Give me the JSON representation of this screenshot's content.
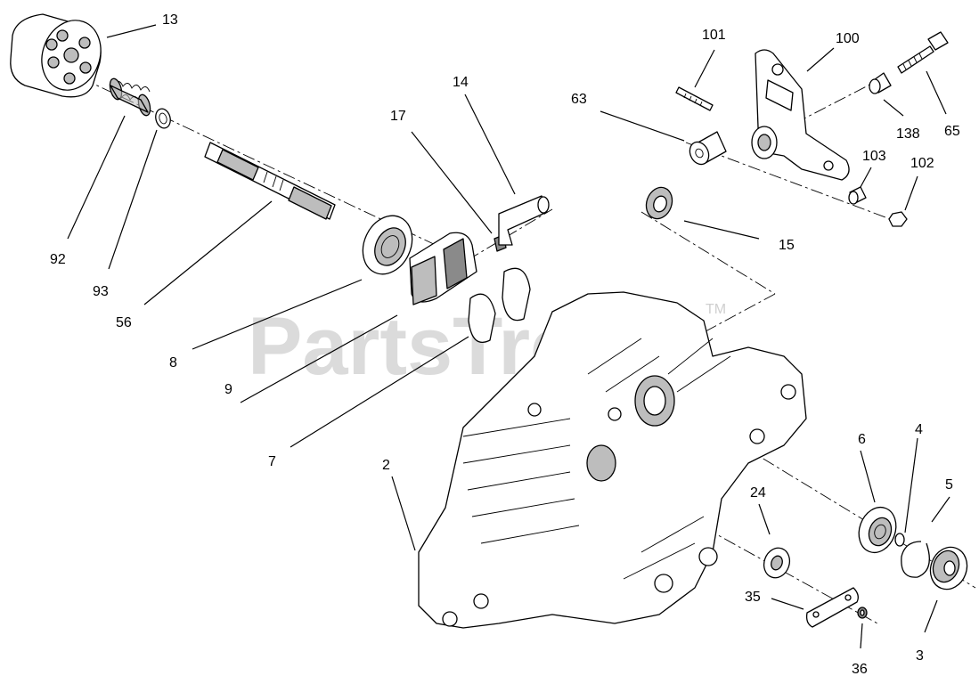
{
  "watermark": {
    "text": "PartsTree",
    "trademark": "TM"
  },
  "labels": {
    "p13": "13",
    "p92": "92",
    "p93": "93",
    "p56": "56",
    "p8": "8",
    "p9": "9",
    "p7": "7",
    "p17": "17",
    "p14": "14",
    "p2": "2",
    "p101": "101",
    "p100": "100",
    "p63": "63",
    "p138": "138",
    "p65": "65",
    "p103": "103",
    "p102": "102",
    "p15": "15",
    "p6": "6",
    "p4": "4",
    "p5": "5",
    "p24": "24",
    "p35": "35",
    "p36": "36",
    "p3": "3"
  }
}
